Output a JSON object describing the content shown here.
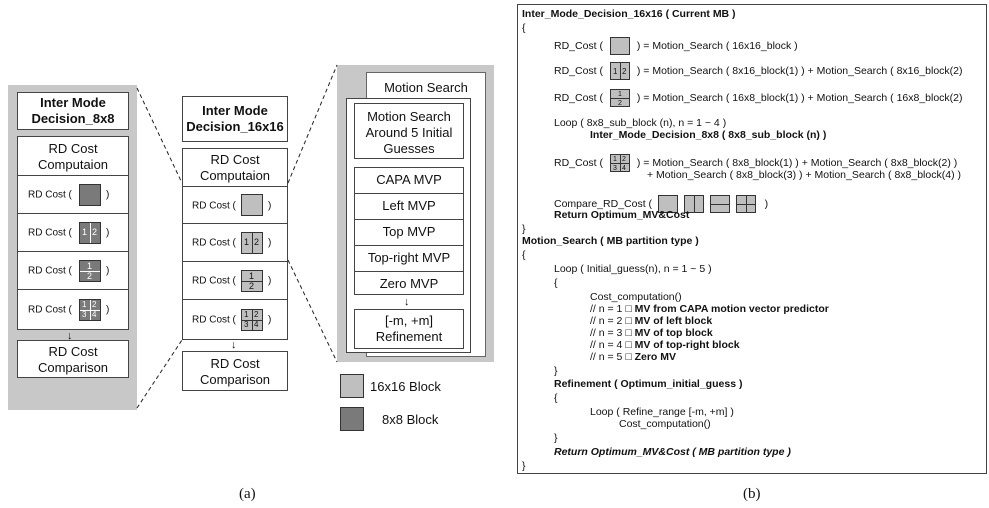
{
  "figure_a": {
    "decision_8x8": {
      "title_line1": "Inter Mode",
      "title_line2": "Decision_8x8",
      "cost_title_line1": "RD Cost",
      "cost_title_line2": "Computaion",
      "rd_label": "RD Cost (",
      "rd_close": ")",
      "comparison_line1": "RD Cost",
      "comparison_line2": "Comparison"
    },
    "decision_16x16": {
      "title_line1": "Inter Mode",
      "title_line2": "Decision_16x16",
      "cost_title_line1": "RD Cost",
      "cost_title_line2": "Computaion",
      "rd_label": "RD Cost (",
      "rd_close": ")",
      "comparison_line1": "RD Cost",
      "comparison_line2": "Comparison"
    },
    "motion_search": {
      "back_title": "Motion Search",
      "title_line1": "Motion Search",
      "title_line2": "Around 5 Initial",
      "title_line3": "Guesses",
      "guesses": [
        "CAPA MVP",
        "Left MVP",
        "Top MVP",
        "Top-right MVP",
        "Zero MVP"
      ],
      "refine_line1": "[-m, +m]",
      "refine_line2": "Refinement"
    },
    "partition_digits": {
      "one": "1",
      "two": "2",
      "three": "3",
      "four": "4"
    },
    "legend": {
      "light_label": "16x16 Block",
      "dark_label": "8x8 Block"
    },
    "caption": "(a)",
    "colors": {
      "light_block": "#bfbfbf",
      "dark_block": "#7a7a7a",
      "panel_bg": "#c8c8c8"
    }
  },
  "figure_b": {
    "l01": "Inter_Mode_Decision_16x16 ( Current MB )",
    "l02": "{",
    "rd_cost_open": "RD_Cost (",
    "l03": ") = Motion_Search ( 16x16_block )",
    "l04": ") = Motion_Search ( 8x16_block(1) ) + Motion_Search ( 8x16_block(2)",
    "l05": ") = Motion_Search ( 16x8_block(1) ) + Motion_Search ( 16x8_block(2)",
    "l06": "Loop ( 8x8_sub_block (n), n = 1 ~ 4 )",
    "l07": "Inter_Mode_Decision_8x8 ( 8x8_sub_block (n) )",
    "l08": ") = Motion_Search ( 8x8_block(1) ) + Motion_Search ( 8x8_block(2) )",
    "l09": "+ Motion_Search ( 8x8_block(3) ) + Motion_Search ( 8x8_block(4) )",
    "l10": "Compare_RD_Cost (",
    "l10_close": ")",
    "l11": "Return Optimum_MV&Cost",
    "l12": "}",
    "l13": "Motion_Search ( MB partition type )",
    "l14": "{",
    "l15": "Loop ( Initial_guess(n), n = 1 ~ 5 )",
    "l16": "{",
    "l17": "Cost_computation()",
    "n1": "// n = 1 □ ",
    "n1b": "MV from CAPA motion vector predictor",
    "n2": "// n = 2 □ ",
    "n2b": "MV of left block",
    "n3": "// n = 3 □ ",
    "n3b": "MV of top block",
    "n4": "// n = 4 □ ",
    "n4b": "MV of top-right block",
    "n5": "// n = 5 □ ",
    "n5b": "Zero MV",
    "l23": "}",
    "l24": "Refinement ( Optimum_initial_guess )",
    "l25": "{",
    "l26": "Loop ( Refine_range [-m, +m] )",
    "l27": "Cost_computation()",
    "l28": "}",
    "l29": "Return Optimum_MV&Cost ( MB partition type )",
    "l30": "}",
    "caption": "(b)"
  }
}
